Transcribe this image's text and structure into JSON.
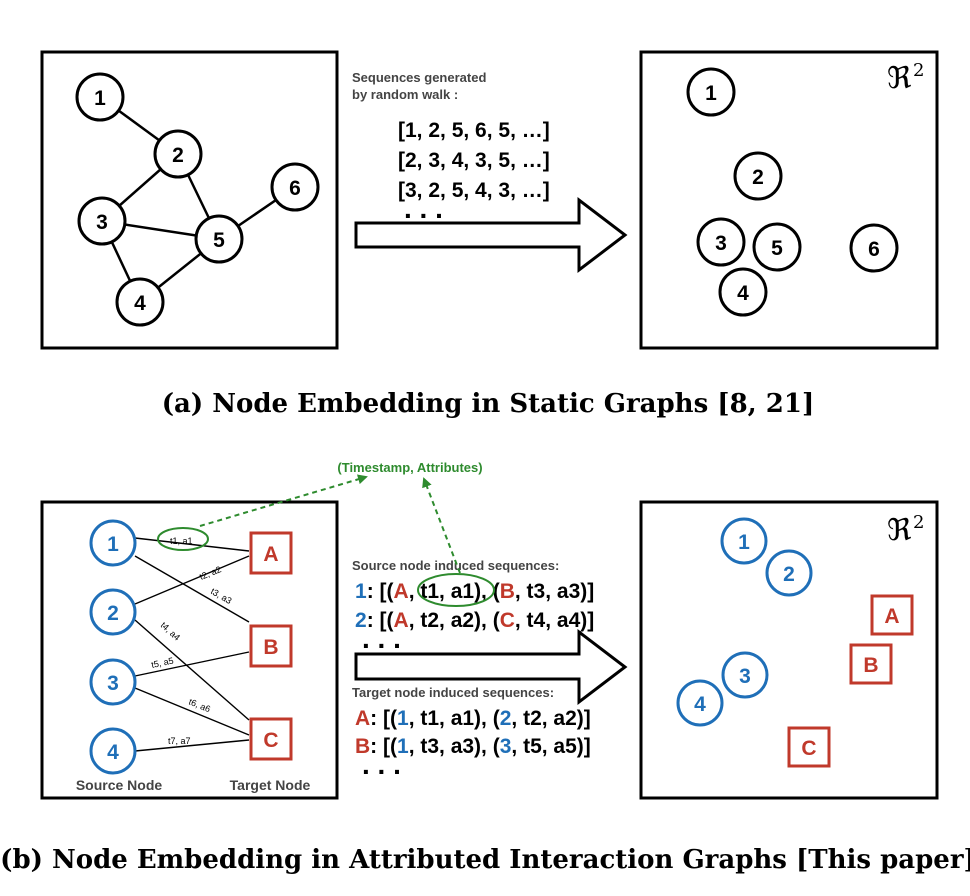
{
  "colors": {
    "black": "#000000",
    "blue": "#1f6fb8",
    "red": "#c0392b",
    "green": "#2e8b2e"
  },
  "panel_a": {
    "graph_nodes": [
      "1",
      "2",
      "3",
      "4",
      "5",
      "6"
    ],
    "walk_label_line1": "Sequences generated",
    "walk_label_line2": "by random walk :",
    "sequences": [
      "[1, 2, 5, 6, 5, …]",
      "[2, 3, 4, 3, 5, …]",
      "[3, 2, 5, 4, 3, …]"
    ],
    "ellipsis": ". . .",
    "space_label": "ℜ",
    "space_exp": "2",
    "caption": "(a) Node Embedding in Static Graphs [8, 21]"
  },
  "panel_b": {
    "source_nodes": [
      "1",
      "2",
      "3",
      "4"
    ],
    "target_nodes": [
      "A",
      "B",
      "C"
    ],
    "edge_labels": [
      "t1, a1",
      "t2, a2",
      "t3, a3",
      "t4, a4",
      "t5, a5",
      "t6, a6",
      "t7, a7"
    ],
    "source_caption": "Source Node",
    "target_caption": "Target Node",
    "callout": "(Timestamp, Attributes)",
    "source_seq_title": "Source node induced sequences:",
    "target_seq_title": "Target node induced sequences:",
    "source_sequences": [
      {
        "key": "1",
        "parts": [
          ": [(",
          "A",
          ", ",
          "t1, a1",
          "), (",
          "B",
          ", t3, a3)]"
        ]
      },
      {
        "key": "2",
        "parts": [
          ": [(",
          "A",
          ", t2, a2), (",
          "C",
          ", t4, a4)]"
        ]
      }
    ],
    "target_sequences": [
      {
        "key": "A",
        "parts": [
          ": [(",
          "1",
          ", t1, a1), (",
          "2",
          ", t2, a2)]"
        ]
      },
      {
        "key": "B",
        "parts": [
          ": [(",
          "1",
          ", t3, a3), (",
          "3",
          ", t5, a5)]"
        ]
      }
    ],
    "ellipsis": ". . .",
    "space_label": "ℜ",
    "space_exp": "2",
    "emb_nodes": [
      "1",
      "2",
      "3",
      "4"
    ],
    "emb_targets": [
      "A",
      "B",
      "C"
    ],
    "caption": "(b) Node Embedding in Attributed Interaction Graphs [This paper]"
  }
}
